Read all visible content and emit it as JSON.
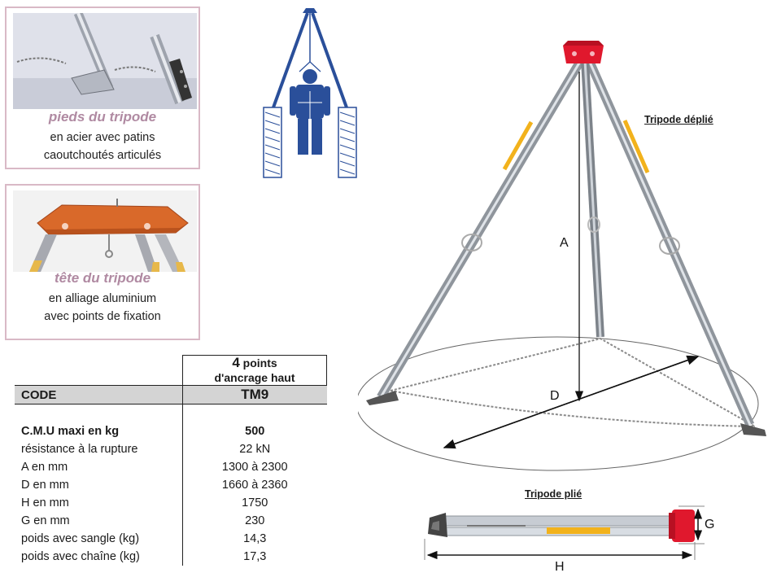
{
  "feet_panel": {
    "title": "pieds du tripode",
    "line1": "en acier avec patins",
    "line2": "caoutchoutés articulés"
  },
  "head_panel": {
    "title": "tête du tripode",
    "line1": "en alliage aluminium",
    "line2": "avec points de fixation"
  },
  "table": {
    "header_number": "4",
    "header_line1": "points",
    "header_line2": "d'ancrage haut",
    "code_label": "CODE",
    "code_value": "TM9",
    "rows": [
      {
        "label": "C.M.U maxi en kg",
        "value": "500",
        "bold": true
      },
      {
        "label": "résistance à la rupture",
        "value": "22 kN"
      },
      {
        "label": "A en mm",
        "value": "1300 à 2300"
      },
      {
        "label": "D en mm",
        "value": "1660 à 2360"
      },
      {
        "label": "H en mm",
        "value": "1750"
      },
      {
        "label": "G en mm",
        "value": "230"
      },
      {
        "label": "poids avec sangle (kg)",
        "value": "14,3"
      },
      {
        "label": "poids avec chaîne (kg)",
        "value": "17,3"
      }
    ]
  },
  "diagram": {
    "deployed_label": "Tripode déplié",
    "folded_label": "Tripode plié",
    "dim_a": "A",
    "dim_d": "D",
    "dim_g": "G",
    "dim_h": "H"
  },
  "colors": {
    "accent_pink": "#b08aa2",
    "panel_border": "#d9b9c6",
    "tripod_red": "#e0182d",
    "worker_blue": "#2a4f9a",
    "code_bg": "#d4d4d4"
  }
}
